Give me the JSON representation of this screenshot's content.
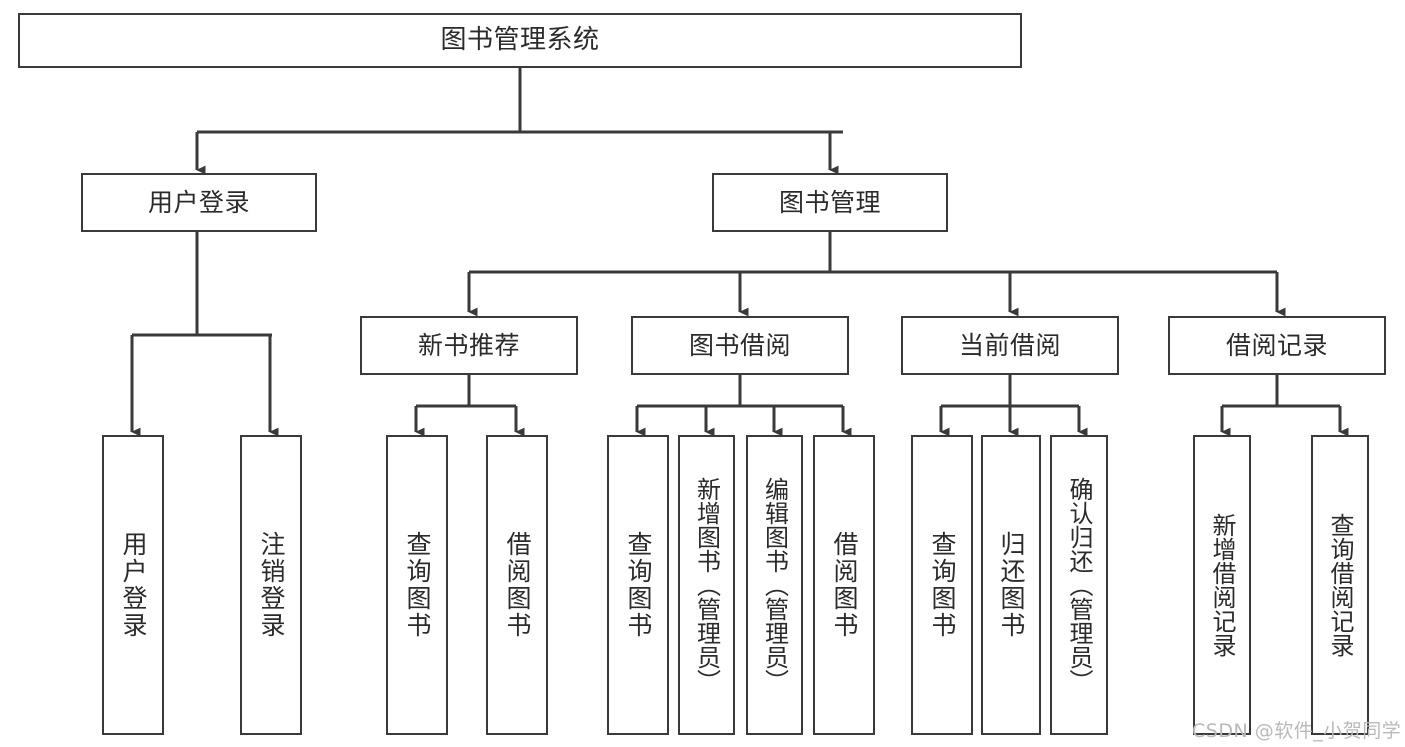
{
  "diagram": {
    "title": "图书管理系统",
    "type": "tree",
    "orientation": "top-down",
    "line_color": "#3a3a3a",
    "box_fill": "#ffffff",
    "text_color": "#2b2b2b"
  },
  "nodes": {
    "root": {
      "label": "图书管理系统"
    },
    "level2": [
      {
        "label": "用户登录"
      },
      {
        "label": "图书管理"
      }
    ],
    "level3": [
      {
        "label": "新书推荐"
      },
      {
        "label": "图书借阅"
      },
      {
        "label": "当前借阅"
      },
      {
        "label": "借阅记录"
      }
    ],
    "leaves": {
      "user_login": [
        {
          "label": "用户登录"
        },
        {
          "label": "注销登录"
        }
      ],
      "new_book_recommend": [
        {
          "label": "查询图书"
        },
        {
          "label": "借阅图书"
        }
      ],
      "book_borrow": [
        {
          "label": "查询图书"
        },
        {
          "label": "新增图书（管理员）"
        },
        {
          "label": "编辑图书（管理员）"
        },
        {
          "label": "借阅图书"
        }
      ],
      "current_borrow": [
        {
          "label": "查询图书"
        },
        {
          "label": "归还图书"
        },
        {
          "label": "确认归还（管理员）"
        }
      ],
      "borrow_record": [
        {
          "label": "新增借阅记录"
        },
        {
          "label": "查询借阅记录"
        }
      ]
    }
  },
  "watermark": {
    "text": "CSDN @软件_小贺同学"
  }
}
